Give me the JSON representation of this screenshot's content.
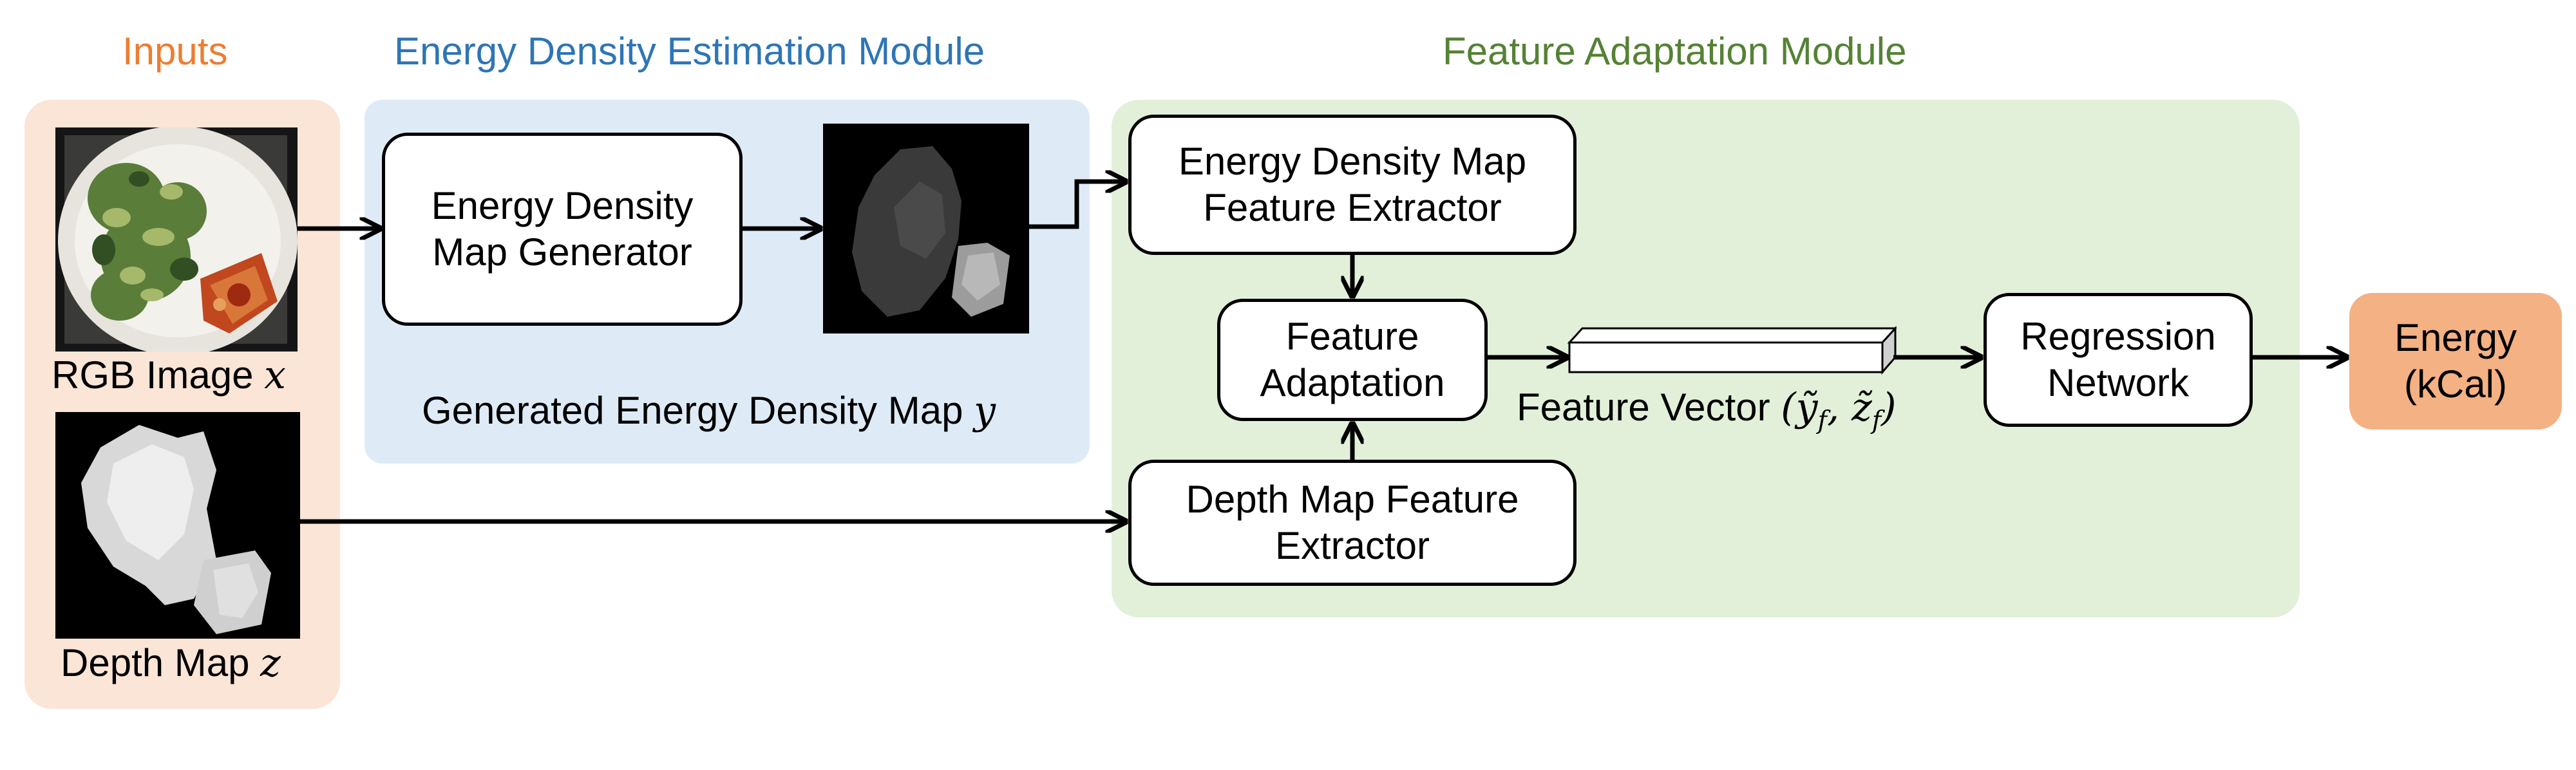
{
  "sections": {
    "inputs": {
      "title": "Inputs",
      "color": "#ED7D31",
      "bg": "#FBE5D6"
    },
    "energy_density_module": {
      "title": "Energy Density Estimation Module",
      "color": "#2E75B6",
      "bg": "#DEEBF7"
    },
    "feature_adaptation_module": {
      "title": "Feature Adaptation Module",
      "color": "#548235",
      "bg": "#E2F0D9"
    }
  },
  "inputs": {
    "rgb_label": "RGB Image",
    "rgb_var": "x",
    "depth_label": "Depth Map",
    "depth_var": "z"
  },
  "energy_module": {
    "generator_line1": "Energy Density",
    "generator_line2": "Map Generator",
    "map_label": "Generated Energy Density Map",
    "map_var": "y"
  },
  "feature_module": {
    "edm_extractor_line1": "Energy Density Map",
    "edm_extractor_line2": "Feature Extractor",
    "adaptation_line1": "Feature",
    "adaptation_line2": "Adaptation",
    "depth_extractor_line1": "Depth Map Feature",
    "depth_extractor_line2": "Extractor",
    "vector_label": "Feature Vector",
    "vector_math": "(ỹ_f, z̃_f)"
  },
  "regression": {
    "line1": "Regression",
    "line2": "Network"
  },
  "output": {
    "line1": "Energy",
    "line2": "(kCal)",
    "bg": "#F4B183"
  }
}
